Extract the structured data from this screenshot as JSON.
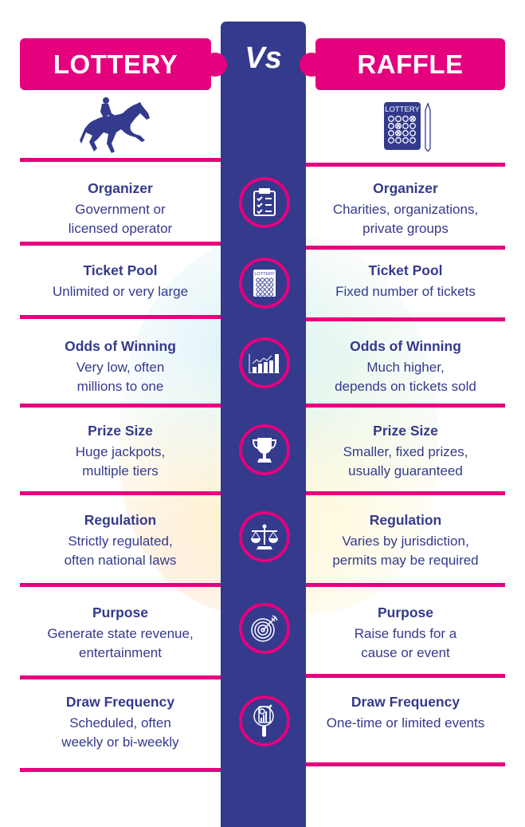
{
  "header": {
    "left_title": "LOTTERY",
    "vs_label": "Vs",
    "right_title": "RAFFLE",
    "left_icon": "horse-racing-icon",
    "right_icon": "lottery-ticket-pencil-icon",
    "ticket_label": "LOTTERY"
  },
  "colors": {
    "accent_pink": "#e5007e",
    "primary_blue": "#343a8c",
    "background": "#ffffff"
  },
  "rows": [
    {
      "icon": "clipboard-checklist-icon",
      "lottery": {
        "title": "Organizer",
        "desc": "Government or\nlicensed operator"
      },
      "raffle": {
        "title": "Organizer",
        "desc": "Charities, organizations,\nprivate groups"
      }
    },
    {
      "icon": "lottery-ticket-icon",
      "lottery": {
        "title": "Ticket Pool",
        "desc": "Unlimited or very large"
      },
      "raffle": {
        "title": "Ticket Pool",
        "desc": "Fixed number of tickets"
      }
    },
    {
      "icon": "bar-chart-growth-icon",
      "lottery": {
        "title": "Odds of Winning",
        "desc": "Very low, often\nmillions to one"
      },
      "raffle": {
        "title": "Odds of Winning",
        "desc": "Much higher,\ndepends on tickets sold"
      }
    },
    {
      "icon": "trophy-icon",
      "lottery": {
        "title": "Prize Size",
        "desc": "Huge jackpots,\nmultiple tiers"
      },
      "raffle": {
        "title": "Prize Size",
        "desc": "Smaller, fixed prizes,\nusually guaranteed"
      }
    },
    {
      "icon": "scales-of-justice-icon",
      "lottery": {
        "title": "Regulation",
        "desc": "Strictly regulated,\noften national laws"
      },
      "raffle": {
        "title": "Regulation",
        "desc": "Varies by jurisdiction,\npermits may be required"
      }
    },
    {
      "icon": "target-arrow-icon",
      "lottery": {
        "title": "Purpose",
        "desc": "Generate state revenue,\nentertainment"
      },
      "raffle": {
        "title": "Purpose",
        "desc": "Raise funds for a\ncause or event"
      }
    },
    {
      "icon": "magnifier-report-icon",
      "lottery": {
        "title": "Draw Frequency",
        "desc": "Scheduled, often\nweekly or bi-weekly"
      },
      "raffle": {
        "title": "Draw Frequency",
        "desc": "One-time or limited events"
      }
    }
  ]
}
